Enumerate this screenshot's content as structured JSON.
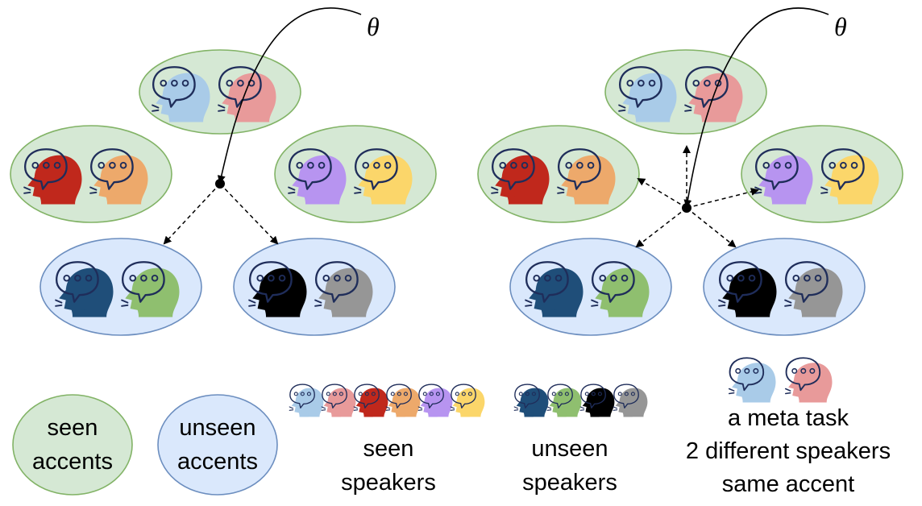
{
  "symbols": {
    "theta_left": "θ",
    "theta_right": "θ"
  },
  "colors": {
    "seen_accent_fill": "#d5e8d4",
    "seen_accent_stroke": "#82b366",
    "unseen_accent_fill": "#dae8fc",
    "unseen_accent_stroke": "#6c8ebf",
    "bubble_stroke": "#1f2d5a",
    "arrow": "#000000"
  },
  "speakers": {
    "seen": [
      "#a9cbe8",
      "#e89a9a",
      "#c0281c",
      "#eda96b",
      "#b794f0",
      "#fbd66a"
    ],
    "unseen": [
      "#1f4e79",
      "#8fbf6f",
      "#000000",
      "#969696"
    ]
  },
  "panels": {
    "left": {
      "seen_groups": [
        {
          "speakers": [
            "#a9cbe8",
            "#e89a9a"
          ]
        },
        {
          "speakers": [
            "#c0281c",
            "#eda96b"
          ]
        },
        {
          "speakers": [
            "#b794f0",
            "#fbd66a"
          ]
        }
      ],
      "unseen_groups": [
        {
          "speakers": [
            "#1f4e79",
            "#8fbf6f"
          ]
        },
        {
          "speakers": [
            "#000000",
            "#969696"
          ]
        }
      ]
    },
    "right": {
      "seen_groups": [
        {
          "speakers": [
            "#a9cbe8",
            "#e89a9a"
          ]
        },
        {
          "speakers": [
            "#c0281c",
            "#eda96b"
          ]
        },
        {
          "speakers": [
            "#b794f0",
            "#fbd66a"
          ]
        }
      ],
      "unseen_groups": [
        {
          "speakers": [
            "#1f4e79",
            "#8fbf6f"
          ]
        },
        {
          "speakers": [
            "#000000",
            "#969696"
          ]
        }
      ]
    }
  },
  "legend": {
    "seen_accents": {
      "line1": "seen",
      "line2": "accents"
    },
    "unseen_accents": {
      "line1": "unseen",
      "line2": "accents"
    },
    "seen_speakers": {
      "line1": "seen",
      "line2": "speakers"
    },
    "unseen_speakers": {
      "line1": "unseen",
      "line2": "speakers"
    },
    "meta_task": {
      "line1": "a meta task",
      "line2": "2 different speakers",
      "line3": "same accent",
      "speakers": [
        "#a9cbe8",
        "#e89a9a"
      ]
    }
  }
}
